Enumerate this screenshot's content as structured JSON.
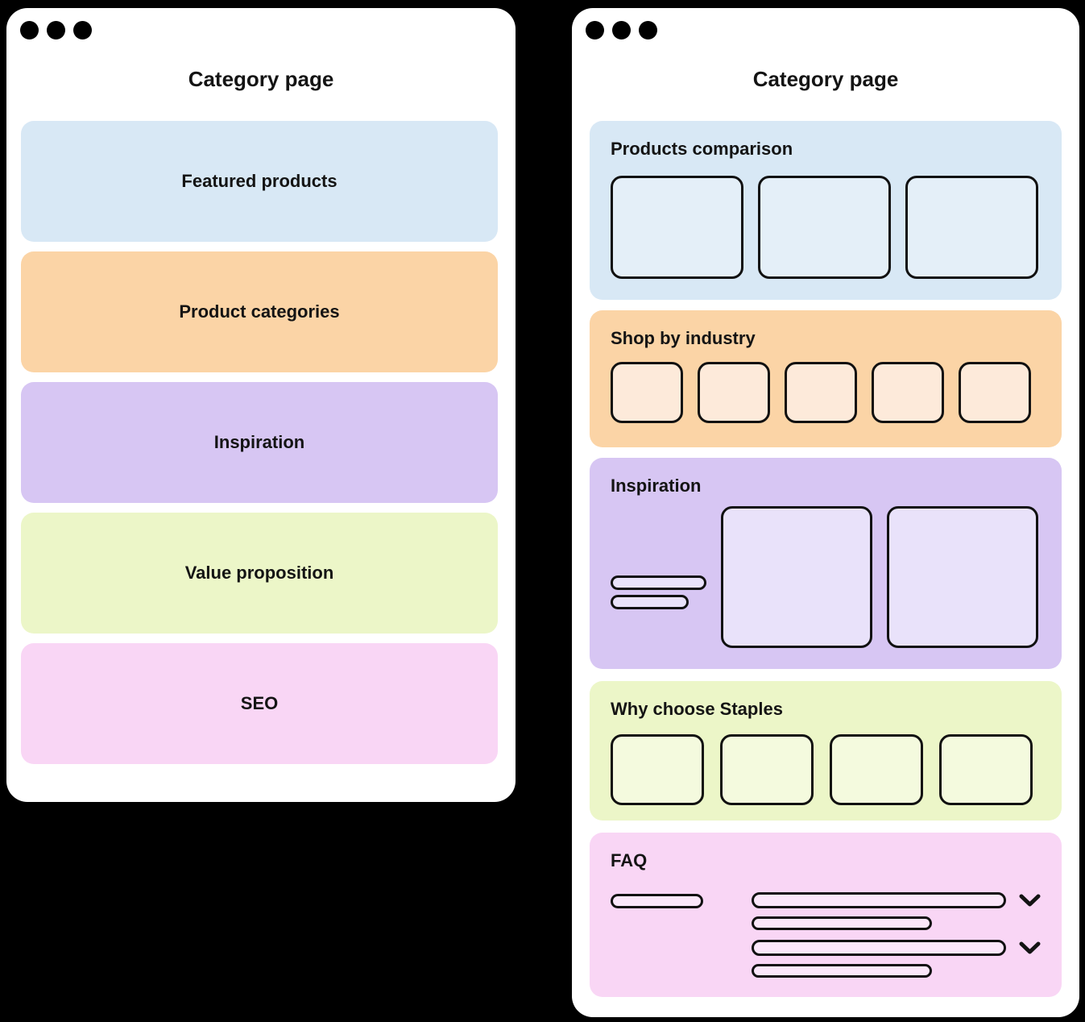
{
  "ink": "#141414",
  "canvas_bg": "#000000",
  "window_bg": "#ffffff",
  "left_window": {
    "title": "Category page",
    "sections": [
      {
        "label": "Featured products",
        "bg": "#d8e8f5"
      },
      {
        "label": "Product categories",
        "bg": "#fbd4a6"
      },
      {
        "label": "Inspiration",
        "bg": "#d7c6f3"
      },
      {
        "label": "Value proposition",
        "bg": "#ecf6c8"
      },
      {
        "label": "SEO",
        "bg": "#f9d6f5"
      }
    ]
  },
  "right_window": {
    "title": "Category page",
    "sections": [
      {
        "label": "Products comparison",
        "bg": "#d8e8f5",
        "card_bg": "#e4eff8",
        "card_count": 3
      },
      {
        "label": "Shop by industry",
        "bg": "#fbd4a6",
        "card_bg": "#fdeada",
        "card_count": 5
      },
      {
        "label": "Inspiration",
        "bg": "#d7c6f3",
        "card_bg": "#e9e2fa",
        "card_count": 2,
        "text_line_count": 2
      },
      {
        "label": "Why choose Staples",
        "bg": "#ecf6c8",
        "card_bg": "#f4fade",
        "card_count": 4
      },
      {
        "label": "FAQ",
        "bg": "#f9d6f5",
        "line_bg": "#fbe7fa",
        "question_count": 2
      }
    ]
  }
}
